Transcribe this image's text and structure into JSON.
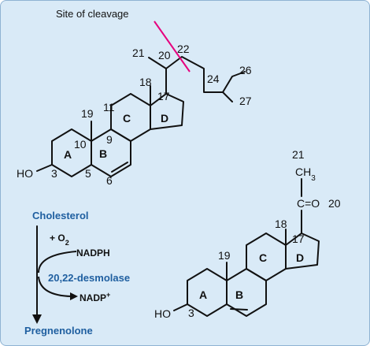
{
  "cleavage_label": "Site of cleavage",
  "cholesterol_molecule": {
    "atom_numbers": {
      "n21": "21",
      "n20": "20",
      "n22": "22",
      "n24": "24",
      "n26": "26",
      "n27": "27",
      "n18": "18",
      "n17": "17",
      "n11": "11",
      "n19": "19",
      "n9": "9",
      "n10": "10",
      "n3": "3",
      "n5": "5",
      "n6": "6"
    },
    "ring_labels": {
      "A": "A",
      "B": "B",
      "C": "C",
      "D": "D"
    },
    "hydroxyl": "HO"
  },
  "pregnenolone_molecule": {
    "atom_numbers": {
      "n21": "21",
      "n20": "20",
      "n18": "18",
      "n17": "17",
      "n19": "19",
      "n3": "3"
    },
    "ring_labels": {
      "A": "A",
      "B": "B",
      "C": "C",
      "D": "D"
    },
    "hydroxyl": "HO",
    "methyl": "CH",
    "methyl_subscript": "3",
    "carbonyl_c": "C",
    "carbonyl_o": "=O"
  },
  "reaction": {
    "substrate": "Cholesterol",
    "cofactor_in_prefix": "+ O",
    "cofactor_in_subscript": "2",
    "reductant": "NADPH",
    "enzyme": "20,22-desmolase",
    "cofactor_out": "NADP",
    "cofactor_out_superscript": "+",
    "product": "Pregnenolone"
  },
  "colors": {
    "background": "#d9eaf7",
    "enzyme_text": "#1f5fa0",
    "cleavage_line": "#e6007e"
  }
}
